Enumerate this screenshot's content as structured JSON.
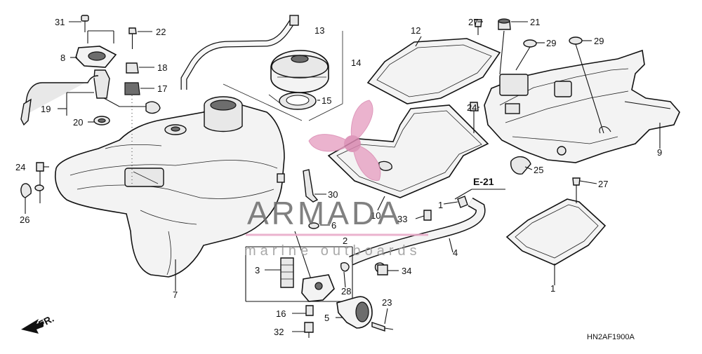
{
  "diagram": {
    "callouts": {
      "c31": "31",
      "c22": "22",
      "c13": "13",
      "c12": "12",
      "c27a": "27",
      "c21": "21",
      "c8": "8",
      "c18": "18",
      "c14": "14",
      "c29a": "29",
      "c29b": "29",
      "c17": "17",
      "c19": "19",
      "c15": "15",
      "c20": "20",
      "c24a": "24",
      "c24b": "24",
      "c9": "9",
      "c25": "25",
      "c27b": "27",
      "c30": "30",
      "c26": "26",
      "c10": "10",
      "c1a": "1",
      "c33": "33",
      "c6": "6",
      "c2": "2",
      "c3": "3",
      "c4": "4",
      "c34": "34",
      "c7": "7",
      "c28": "28",
      "c1b": "1",
      "c16": "16",
      "c23": "23",
      "c5": "5",
      "c32": "32"
    },
    "reference_label": "E-21",
    "front_label": "FR.",
    "diagram_code": "HN2AF1900A"
  },
  "watermark": {
    "brand": "ARMADA",
    "tagline": "marine outboards",
    "logo_color": "#e8a6c6",
    "text_color": "#6b6b6b"
  }
}
